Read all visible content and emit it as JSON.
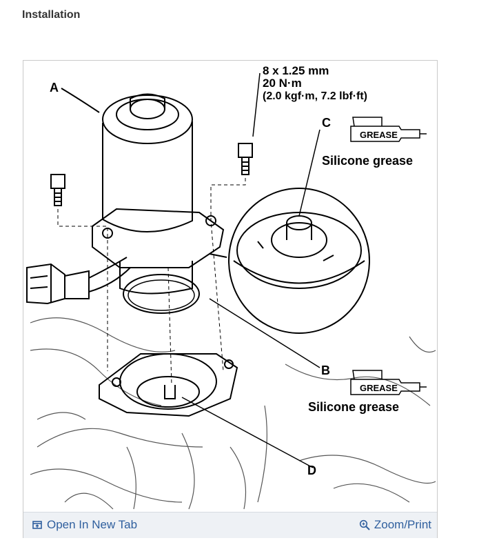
{
  "heading": "Installation",
  "figure": {
    "callout_a": "A",
    "callout_b": "B",
    "callout_c": "C",
    "callout_d": "D",
    "spec_line1": "8 x 1.25 mm",
    "spec_line2": "20 N·m",
    "spec_line3": "(2.0 kgf·m, 7.2 lbf·ft)",
    "grease_tag_upper": "GREASE",
    "grease_tag_lower": "GREASE",
    "silicone_upper": "Silicone grease",
    "silicone_lower": "Silicone grease"
  },
  "toolbar": {
    "open_tab_label": "Open In New Tab",
    "open_tab_icon": "open-in-new-tab-icon",
    "zoom_label": "Zoom/Print",
    "zoom_icon": "magnifier-plus-icon",
    "link_color": "#2f5f9e"
  }
}
